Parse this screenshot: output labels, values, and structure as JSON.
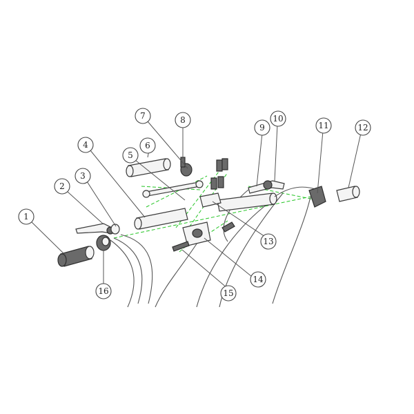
{
  "callouts": [
    {
      "label": "1"
    },
    {
      "label": "2"
    },
    {
      "label": "3"
    },
    {
      "label": "4"
    },
    {
      "label": "5"
    },
    {
      "label": "6"
    },
    {
      "label": "7"
    },
    {
      "label": "8"
    },
    {
      "label": "9"
    },
    {
      "label": "10"
    },
    {
      "label": "11"
    },
    {
      "label": "12"
    },
    {
      "label": "13"
    },
    {
      "label": "14"
    },
    {
      "label": "15"
    },
    {
      "label": "16"
    }
  ],
  "colors": {
    "guide": "#22c422",
    "line": "#3a3a3a"
  }
}
